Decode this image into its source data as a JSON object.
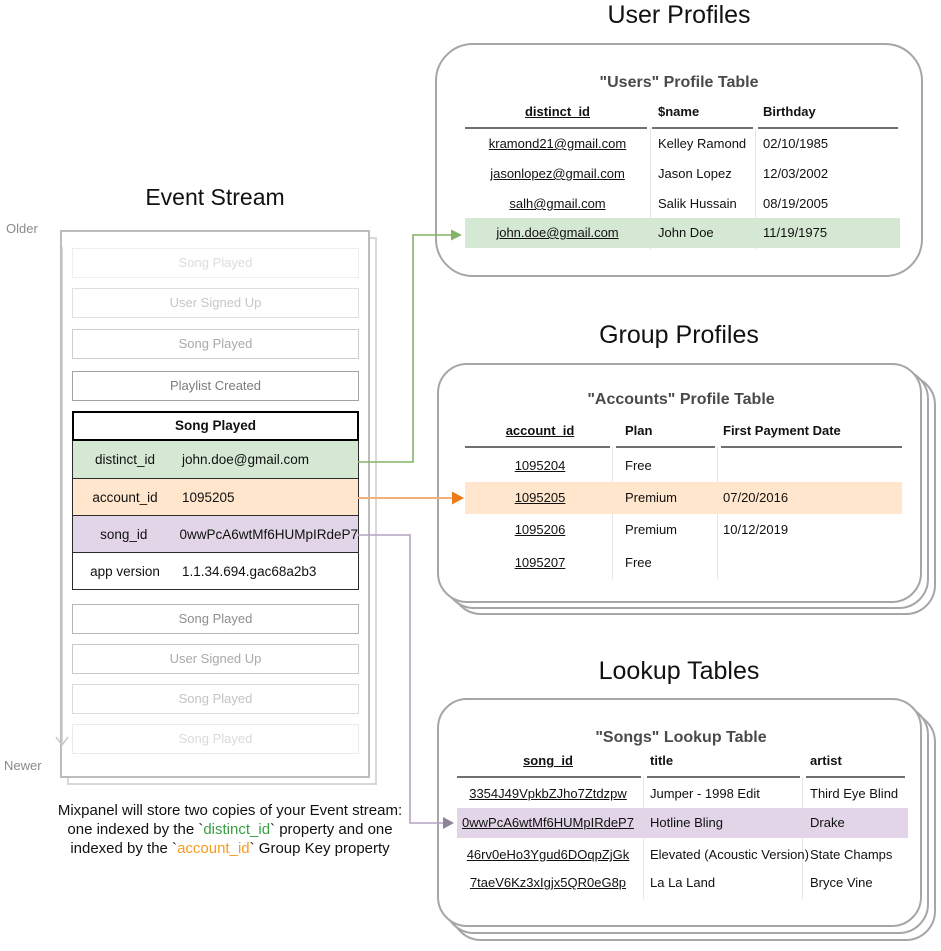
{
  "colors": {
    "green_highlight": "#d5e8d4",
    "orange_highlight": "#ffe6cc",
    "purple_highlight": "#e1d5e7",
    "green_arrow": "#82b366",
    "orange_arrow_line": "#f0b077",
    "orange_arrow_head": "#ec7b17",
    "purple_arrow_line": "#b4a4c2",
    "purple_arrow_head": "#8e8399",
    "caption_green": "#3aa045",
    "caption_orange": "#f59b1e"
  },
  "event_stream": {
    "title": "Event Stream",
    "older_label": "Older",
    "newer_label": "Newer",
    "events_before": [
      "Song Played",
      "User Signed Up",
      "Song Played",
      "Playlist Created"
    ],
    "expanded_event": {
      "title": "Song Played",
      "properties": [
        {
          "key": "distinct_id",
          "value": "john.doe@gmail.com"
        },
        {
          "key": "account_id",
          "value": "1095205"
        },
        {
          "key": "song_id",
          "value": "0wwPcA6wtMf6HUMpIRdeP7"
        },
        {
          "key": "app version",
          "value": "1.1.34.694.gac68a2b3"
        }
      ]
    },
    "events_after": [
      "Song Played",
      "User Signed Up",
      "Song Played",
      "Song Played"
    ],
    "caption": {
      "line1": "Mixpanel will store two copies of your Event stream:",
      "line2_pre": "one indexed by the `",
      "line2_code": "distinct_id",
      "line2_post": "` property and one",
      "line3_pre": "indexed by the `",
      "line3_code": "account_id",
      "line3_post": "` Group Key property"
    }
  },
  "user_profiles": {
    "section_title": "User Profiles",
    "table_title": "\"Users\" Profile Table",
    "columns": [
      "distinct_id",
      "$name",
      "Birthday"
    ],
    "rows": [
      [
        "kramond21@gmail.com",
        "Kelley Ramond",
        "02/10/1985"
      ],
      [
        "jasonlopez@gmail.com",
        "Jason Lopez",
        "12/03/2002"
      ],
      [
        "salh@gmail.com",
        "Salik Hussain",
        "08/19/2005"
      ],
      [
        "john.doe@gmail.com",
        "John Doe",
        "11/19/1975"
      ]
    ]
  },
  "group_profiles": {
    "section_title": "Group Profiles",
    "table_title": "\"Accounts\" Profile Table",
    "columns": [
      "account_id",
      "Plan",
      "First Payment Date"
    ],
    "rows": [
      [
        "1095204",
        "Free",
        ""
      ],
      [
        "1095205",
        "Premium",
        "07/20/2016"
      ],
      [
        "1095206",
        "Premium",
        "10/12/2019"
      ],
      [
        "1095207",
        "Free",
        ""
      ]
    ]
  },
  "lookup_tables": {
    "section_title": "Lookup Tables",
    "table_title": "\"Songs\" Lookup Table",
    "columns": [
      "song_id",
      "title",
      "artist"
    ],
    "rows": [
      [
        "3354J49VpkbZJho7Ztdzpw",
        "Jumper - 1998 Edit",
        "Third Eye Blind"
      ],
      [
        "0wwPcA6wtMf6HUMpIRdeP7",
        "Hotline Bling",
        "Drake"
      ],
      [
        "46rv0eHo3Ygud6DOqpZjGk",
        "Elevated (Acoustic Version)",
        "State Champs"
      ],
      [
        "7taeV6Kz3xIgjx5QR0eG8p",
        "La La Land",
        "Bryce Vine"
      ]
    ]
  }
}
